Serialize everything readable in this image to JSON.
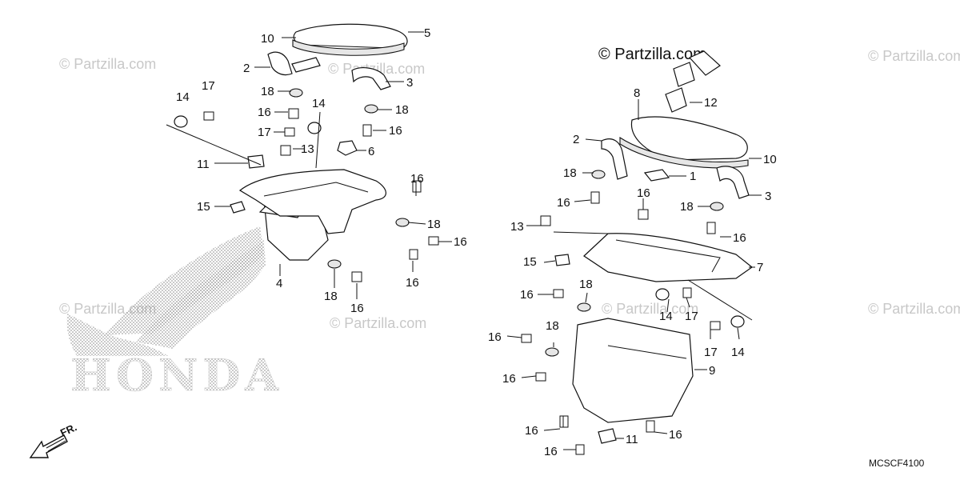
{
  "diagram": {
    "code": "MCSCF4100",
    "direction_label": "FR.",
    "logo_text": "HONDA",
    "watermark": "© Partzilla.com",
    "callouts": {
      "c1": "1",
      "c2": "2",
      "c3": "3",
      "c4": "4",
      "c5": "5",
      "c6": "6",
      "c7": "7",
      "c8": "8",
      "c9": "9",
      "c10": "10",
      "c11": "11",
      "c12": "12",
      "c13": "13",
      "c14": "14",
      "c15": "15",
      "c16": "16",
      "c17": "17",
      "c18": "18"
    }
  }
}
